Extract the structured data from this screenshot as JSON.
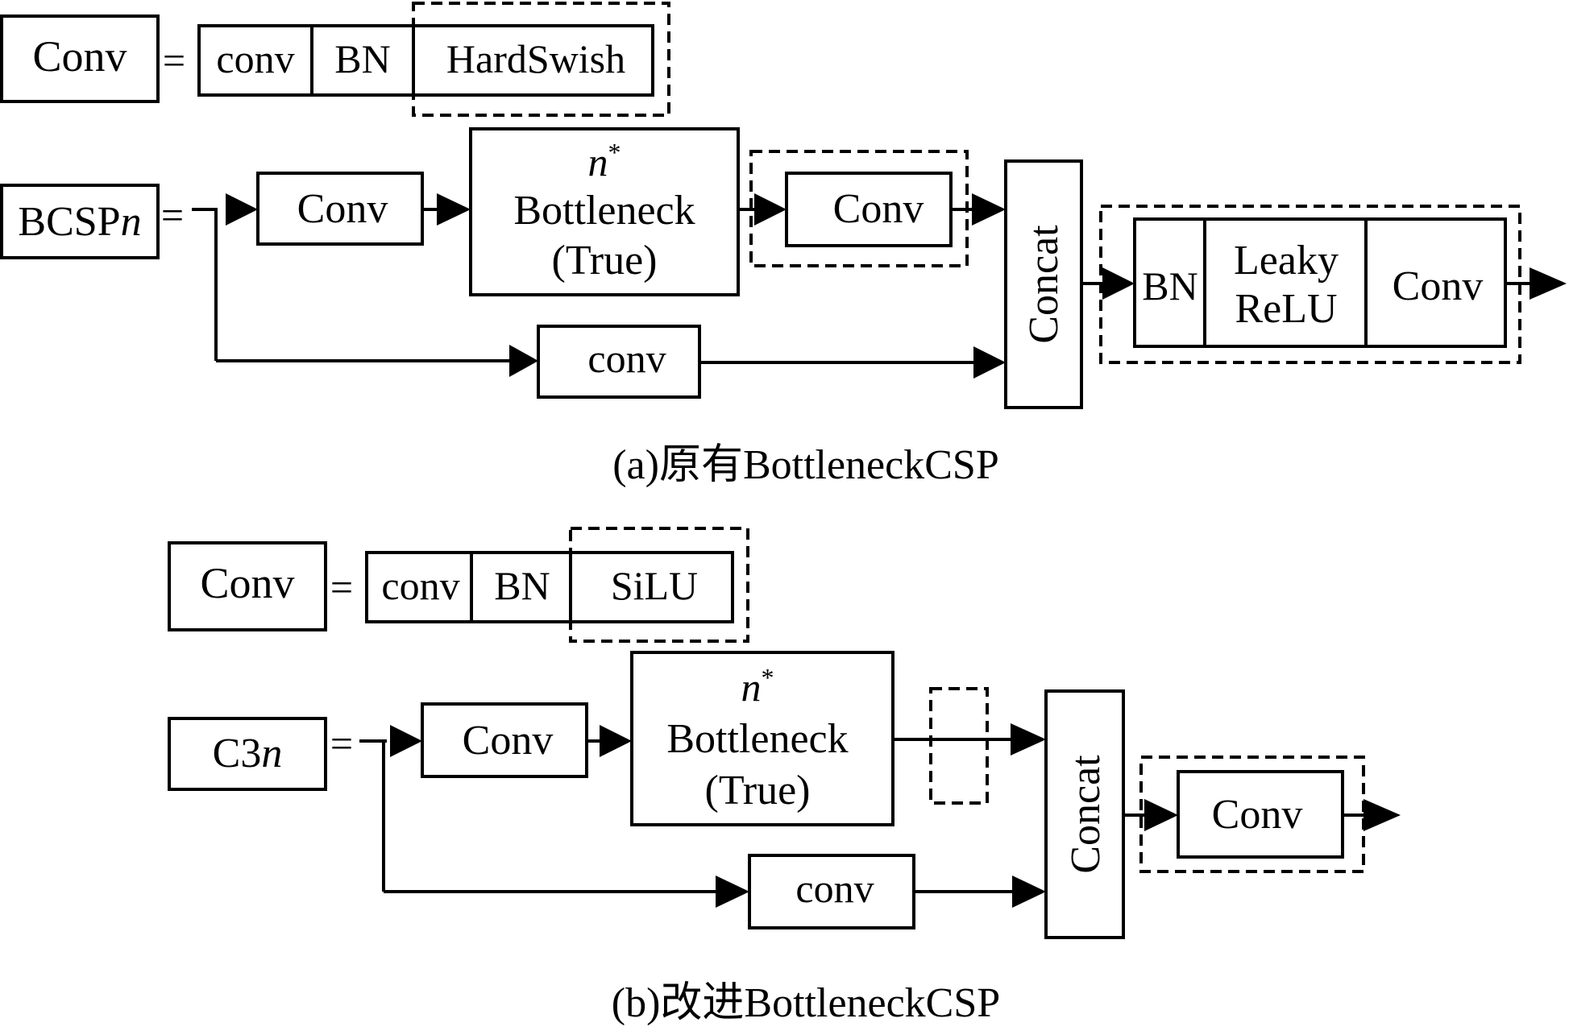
{
  "part_a": {
    "conv_def": {
      "lhs": "Conv",
      "eq": "=",
      "cells": [
        "conv",
        "BN",
        "HardSwish"
      ]
    },
    "bcsp": {
      "lhs_prefix": "BCSP",
      "lhs_n": "n",
      "eq": "=",
      "conv1": "Conv",
      "bottleneck": {
        "n": "n",
        "star": "*",
        "line1": "Bottleneck",
        "line2": "(True)"
      },
      "conv2": "Conv",
      "conv_bypass": "conv",
      "concat": "Concat",
      "tail": {
        "bn": "BN",
        "act_line1": "Leaky",
        "act_line2": "ReLU",
        "conv": "Conv"
      }
    },
    "caption": "(a)原有BottleneckCSP"
  },
  "part_b": {
    "conv_def": {
      "lhs": "Conv",
      "eq": "=",
      "cells": [
        "conv",
        "BN",
        "SiLU"
      ]
    },
    "c3": {
      "lhs_prefix": "C3",
      "lhs_n": "n",
      "eq": "=",
      "conv1": "Conv",
      "bottleneck": {
        "n": "n",
        "star": "*",
        "line1": "Bottleneck",
        "line2": "(True)"
      },
      "conv_bypass": "conv",
      "concat": "Concat",
      "tail_conv": "Conv"
    },
    "caption": "(b)改进BottleneckCSP"
  }
}
